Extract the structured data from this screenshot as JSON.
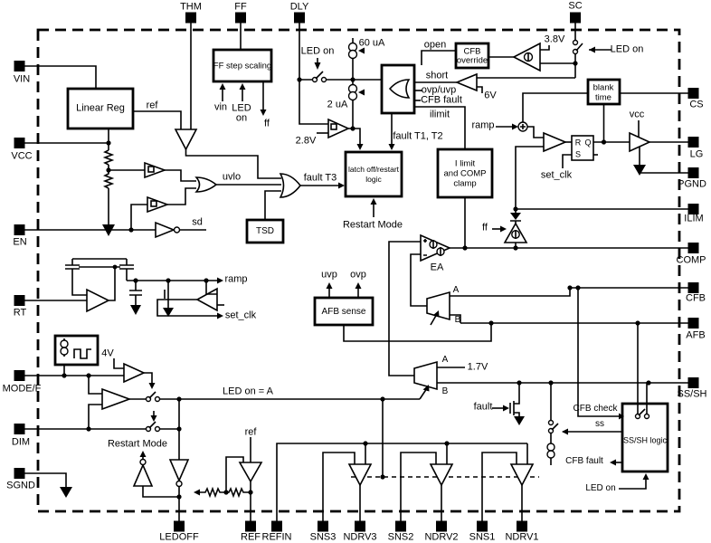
{
  "pins": {
    "top": [
      "THM",
      "FF",
      "DLY",
      "SC"
    ],
    "left": [
      "VIN",
      "VCC",
      "EN",
      "RT",
      "MODE/F",
      "DIM",
      "SGND"
    ],
    "right": [
      "CS",
      "LG",
      "PGND",
      "ILIM",
      "COMP",
      "CFB",
      "AFB",
      "SS/SH"
    ],
    "bottom": [
      "LEDOFF",
      "REF",
      "REFIN",
      "SNS3",
      "NDRV3",
      "SNS2",
      "NDRV2",
      "SNS1",
      "NDRV1"
    ]
  },
  "blocks": {
    "linear_reg": "Linear Reg",
    "ff_step": "FF step scaling",
    "cfb_override_l1": "CFB",
    "cfb_override_l2": "override",
    "blank_l1": "blank",
    "blank_l2": "time",
    "latch_l1": "latch off/restart",
    "latch_l2": "logic",
    "ilimit_l1": "I limit",
    "ilimit_l2": "and COMP",
    "ilimit_l3": "clamp",
    "tsd": "TSD",
    "afb_sense": "AFB sense",
    "ss_sh_logic": "SS/SH logic"
  },
  "flipflop": {
    "r": "R",
    "q": "Q",
    "s": "S"
  },
  "labels": {
    "ref_top": "ref",
    "vin_in": "vin",
    "led_in_l1": "LED",
    "led_in_l2": "on",
    "ff_out": "ff",
    "led_on_dly": "LED on",
    "i60": "60 uA",
    "i2": "2 uA",
    "v2_8": "2.8V",
    "open": "open",
    "short": "short",
    "ovp_uvp": "ovp/uvp",
    "cfb_fault_in": "CFB fault",
    "ilimit_in": "ilimit",
    "v3_8": "3.8V",
    "led_on_sc": "LED on",
    "v6": "6V",
    "fault_t1_t2": "fault T1, T2",
    "fault_t3": "fault T3",
    "uvlo": "uvlo",
    "sd": "sd",
    "restart_mode_in": "Restart Mode",
    "ramp_pwm": "ramp",
    "vcc": "vcc",
    "set_clk_pwm": "set_clk",
    "ea": "EA",
    "ff_clamp": "ff",
    "ramp_out": "ramp",
    "set_clk_out": "set_clk",
    "uvp": "uvp",
    "ovp": "ovp",
    "mux1_a": "A",
    "mux1_b": "B",
    "mux2_a": "A",
    "mux2_b": "B",
    "v1_7": "1.7V",
    "fault": "fault",
    "led_on_eq_a": "LED on = A",
    "v4": "4V",
    "restart_mode_out": "Restart Mode",
    "ref_bot": "ref",
    "cfb_check": "CFB check",
    "ss": "ss",
    "cfb_fault_out": "CFB fault",
    "led_on_ss": "LED on"
  }
}
